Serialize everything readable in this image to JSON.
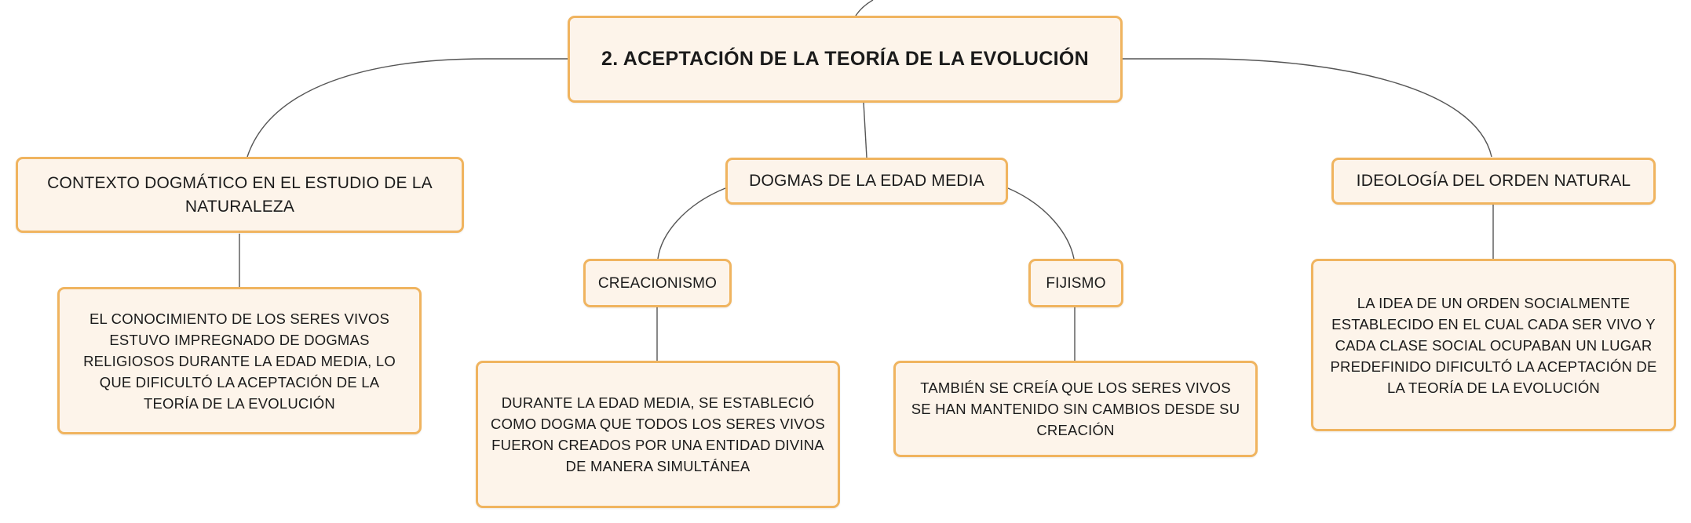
{
  "colors": {
    "node_fill": "#fdf4ea",
    "node_border": "#f0b45f",
    "connector": "#555555",
    "text": "#1b1b1b"
  },
  "root": {
    "label": "2. ACEPTACIÓN DE LA TEORÍA DE LA EVOLUCIÓN"
  },
  "branches": {
    "contexto": {
      "label": "CONTEXTO DOGMÁTICO EN EL ESTUDIO DE LA NATURALEZA",
      "detail": "EL CONOCIMIENTO DE LOS SERES VIVOS ESTUVO IMPREGNADO DE DOGMAS RELIGIOSOS DURANTE LA EDAD MEDIA, LO QUE DIFICULTÓ LA ACEPTACIÓN DE LA TEORÍA DE LA EVOLUCIÓN"
    },
    "dogmas": {
      "label": "DOGMAS DE LA EDAD MEDIA",
      "creacionismo": {
        "label": "CREACIONISMO",
        "detail": "DURANTE LA EDAD MEDIA, SE ESTABLECIÓ COMO DOGMA QUE TODOS LOS SERES VIVOS FUERON CREADOS POR UNA ENTIDAD DIVINA DE MANERA SIMULTÁNEA"
      },
      "fijismo": {
        "label": "FIJISMO",
        "detail": "TAMBIÉN SE CREÍA QUE LOS SERES VIVOS SE HAN MANTENIDO SIN CAMBIOS DESDE SU CREACIÓN"
      }
    },
    "ideologia": {
      "label": "IDEOLOGÍA DEL ORDEN NATURAL",
      "detail": "LA IDEA DE UN ORDEN SOCIALMENTE ESTABLECIDO EN EL CUAL CADA SER VIVO Y CADA CLASE SOCIAL OCUPABAN UN LUGAR PREDEFINIDO DIFICULTÓ LA ACEPTACIÓN DE LA TEORÍA DE LA EVOLUCIÓN"
    }
  }
}
